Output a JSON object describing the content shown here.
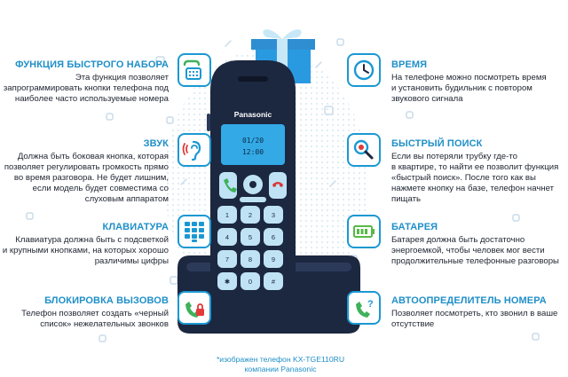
{
  "features": {
    "speed_dial": {
      "title": "ФУНКЦИЯ БЫСТРОГО НАБОРА",
      "lines": [
        "Эта функция позволяет",
        "запрограммировать кнопки телефона под",
        "наиболее часто используемые номера"
      ]
    },
    "sound": {
      "title": "ЗВУК",
      "lines": [
        "Должна быть боковая кнопка, которая",
        "позволяет регулировать громкость прямо",
        "во время разговора. Не будет лишним,",
        "если модель будет совместима со",
        "слуховым аппаратом"
      ]
    },
    "keyboard": {
      "title": "КЛАВИАТУРА",
      "lines": [
        "Клавиатура должна быть с подсветкой",
        "и крупными кнопками, на которых хорошо",
        "различимы цифры"
      ]
    },
    "call_block": {
      "title": "БЛОКИРОВКА ВЫЗОВОВ",
      "lines": [
        "Телефон позволяет создать «черный",
        "список» нежелательных звонков"
      ]
    },
    "time": {
      "title": "ВРЕМЯ",
      "lines": [
        "На телефоне можно посмотреть время",
        "и установить будильник с повтором",
        "звукового сигнала"
      ]
    },
    "quick_search": {
      "title": "БЫСТРЫЙ ПОИСК",
      "lines": [
        "Если вы потеряли трубку где-то",
        "в квартире, то найти ее позволит функция",
        "«быстрый поиск». После того как вы",
        "нажмете кнопку на базе, телефон начнет",
        "пищать"
      ]
    },
    "battery": {
      "title": "БАТАРЕЯ",
      "lines": [
        "Батарея должна быть достаточно",
        "энергоемкой, чтобы человек мог вести",
        "продолжительные телефонные разговоры"
      ]
    },
    "caller_id": {
      "title": "АВТООПРЕДЕЛИТЕЛЬ НОМЕРА",
      "lines": [
        "Позволяет посмотреть, кто звонил в ваше",
        "отсутствие"
      ]
    }
  },
  "phone": {
    "brand": "Panasonic",
    "display_line1": "01/20",
    "display_line2": "12:00",
    "keypad_digits": [
      "1",
      "2",
      "3",
      "4",
      "5",
      "6",
      "7",
      "8",
      "9",
      "✱",
      "0",
      "#"
    ]
  },
  "caption": {
    "line1": "*изображен телефон KX-TGE110RU",
    "line2": "компании Panasonic"
  },
  "colors": {
    "accent": "#1f8fc8",
    "icon_border": "#1b98d3",
    "phone_body": "#1c2740",
    "screen": "#33a9e6",
    "key": "#bfe3f5",
    "green_key": "#3fb15a",
    "red_key": "#d83a3a",
    "battery": "#58b947",
    "gift": "#2a9ae0"
  },
  "icons": [
    "phone-dial-icon",
    "ear-icon",
    "keypad-icon",
    "phone-lock-icon",
    "clock-icon",
    "magnifier-icon",
    "battery-icon",
    "phone-question-icon"
  ]
}
